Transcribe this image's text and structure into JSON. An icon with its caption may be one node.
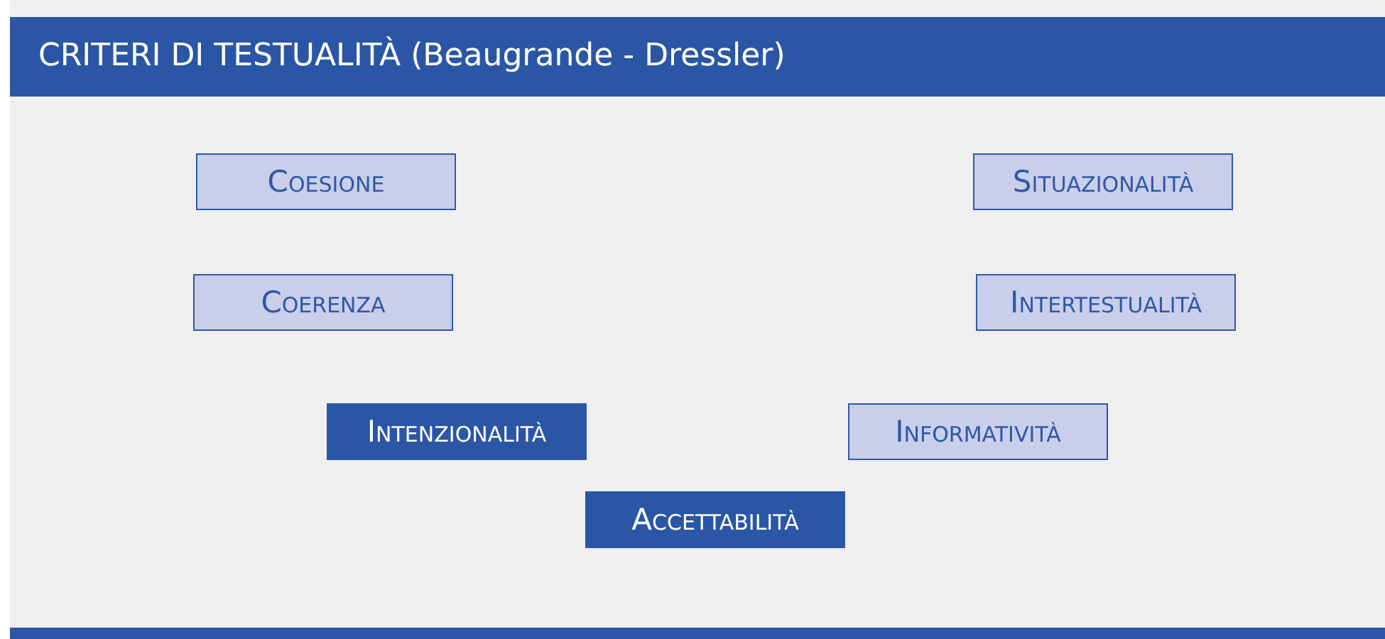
{
  "diagram": {
    "title": "CRITERI DI TESTUALITÀ (Beaugrande - Dressler)",
    "nodes": [
      {
        "text": [
          "COESIONE"
        ]
      },
      {
        "text": [
          "SITUAZIONALITÀ"
        ]
      },
      {
        "text": [
          "COERENZA"
        ]
      },
      {
        "text": [
          "INTERTESTUALITÀ"
        ]
      },
      {
        "text": [
          "INTENZIONALITÀ"
        ]
      },
      {
        "text": [
          "INFORMATIVITÀ"
        ]
      },
      {
        "text": [
          "ACCETTABILITÀ"
        ]
      }
    ]
  }
}
